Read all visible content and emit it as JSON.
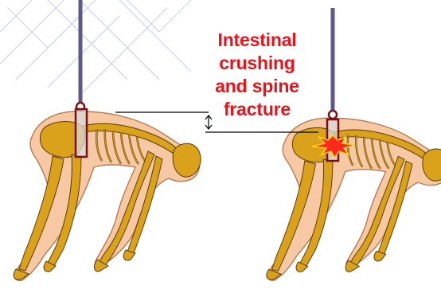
{
  "diagram": {
    "caption_lines": [
      "Intestinal",
      "crushing",
      "and spine",
      "fracture"
    ],
    "colors": {
      "caption": "#e8141c",
      "bone": "#d9a21a",
      "bone_outline": "#5a3a08",
      "skin": "#f6c9a4",
      "skin_outline": "#b07a52",
      "strap": "#5c5a8c",
      "harness": "#7a1018",
      "injury": "#ff2a1a",
      "watermark": "#c8ccf0"
    },
    "figures": [
      {
        "name": "before",
        "has_injury": false
      },
      {
        "name": "after",
        "has_injury": true
      }
    ]
  }
}
